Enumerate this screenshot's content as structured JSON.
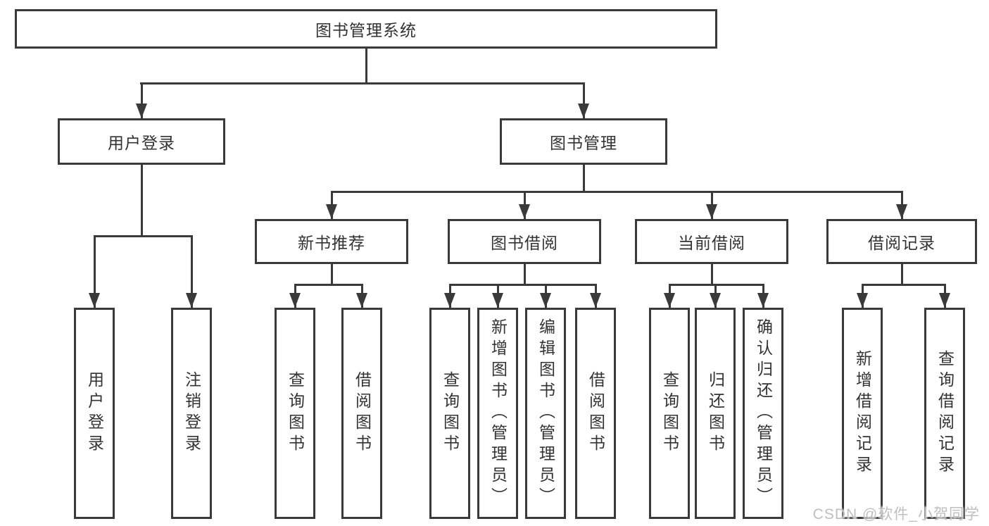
{
  "diagram_title": "图书管理系统",
  "nodes": {
    "root": "图书管理系统",
    "user_login": "用户登录",
    "book_mgmt": "图书管理",
    "new_books": "新书推荐",
    "book_borrow": "图书借阅",
    "current_borrow": "当前借阅",
    "borrow_records": "借阅记录",
    "user_login_children": [
      "用户登录",
      "注销登录"
    ],
    "new_books_children": [
      "查询图书",
      "借阅图书"
    ],
    "book_borrow_children": [
      "查询图书",
      "新增图书（管理员）",
      "编辑图书（管理员）",
      "借阅图书"
    ],
    "current_borrow_children": [
      "查询图书",
      "归还图书",
      "确认归还（管理员）"
    ],
    "borrow_records_children": [
      "新增借阅记录",
      "查询借阅记录"
    ]
  },
  "watermark": "CSDN @软件_小贺同学",
  "colors": {
    "line": "#3a3a3a",
    "box_fill": "#ffffff",
    "text": "#333333",
    "watermark": "#bcbcbc",
    "background": "#ffffff"
  }
}
